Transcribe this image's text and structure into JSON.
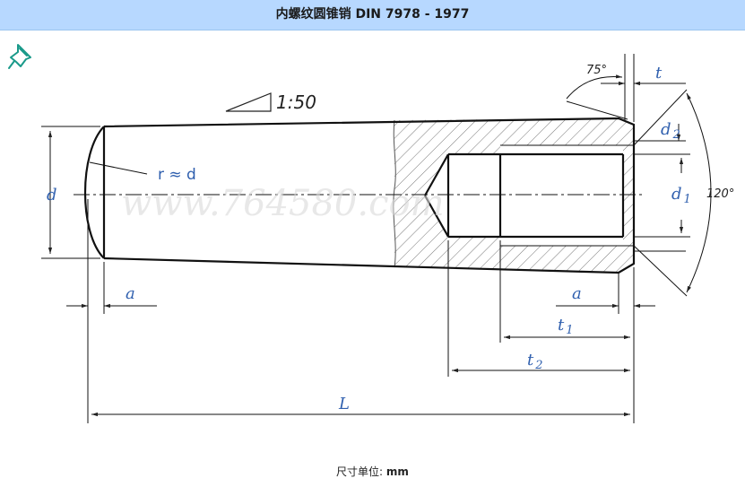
{
  "header": {
    "title": "内螺纹圆锥销 DIN 7978 - 1977"
  },
  "toolbar": {
    "pin_icon": "pin-icon"
  },
  "drawing": {
    "taper": "1:50",
    "radius_note": "r ≈ d",
    "angle_countersink": "75°",
    "angle_cone": "120°",
    "dims": {
      "d": "d",
      "d1": "d",
      "d1_sub": "1",
      "d2": "d",
      "d2_sub": "2",
      "t": "t",
      "t1": "t",
      "t1_sub": "1",
      "t2": "t",
      "t2_sub": "2",
      "a_left": "a",
      "a_right": "a",
      "L": "L"
    },
    "watermark": "www.764580.com"
  },
  "footer": {
    "label": "尺寸单位:",
    "unit": "mm"
  },
  "colors": {
    "title_bg": "#b7d8ff",
    "label_blue": "#2f5fae",
    "line": "#111111",
    "pin_teal": "#1a9a8a"
  }
}
